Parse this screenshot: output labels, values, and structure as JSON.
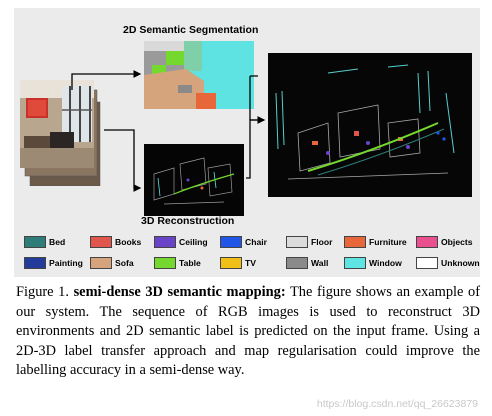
{
  "figure": {
    "seg_title": "2D Semantic Segmentation",
    "recon_title": "3D Reconstruction"
  },
  "legend": [
    {
      "label": "Bed",
      "color": "#2e7d78"
    },
    {
      "label": "Books",
      "color": "#e0554c"
    },
    {
      "label": "Ceiling",
      "color": "#6a44c8"
    },
    {
      "label": "Chair",
      "color": "#1f56e8"
    },
    {
      "label": "Floor",
      "color": "#dcdcdc"
    },
    {
      "label": "Furniture",
      "color": "#e8673a"
    },
    {
      "label": "Objects",
      "color": "#e8508e"
    },
    {
      "label": "Painting",
      "color": "#233c9c"
    },
    {
      "label": "Sofa",
      "color": "#d6a47c"
    },
    {
      "label": "Table",
      "color": "#74d82e"
    },
    {
      "label": "TV",
      "color": "#f0c018"
    },
    {
      "label": "Wall",
      "color": "#8a8a8a"
    },
    {
      "label": "Window",
      "color": "#5fe4e4"
    },
    {
      "label": "Unknown",
      "color": "#ffffff"
    }
  ],
  "caption": {
    "prefix": "Figure 1. ",
    "bold": "semi-dense 3D semantic mapping:",
    "body": " The figure shows an example of our system.  The sequence of RGB images is used to reconstruct 3D environments and 2D semantic label is predicted on the input frame.  Using a 2D-3D label transfer approach and map regularisation could improve the labelling accuracy in a semi-dense way."
  },
  "watermark": "https://blog.csdn.net/qq_26623879"
}
